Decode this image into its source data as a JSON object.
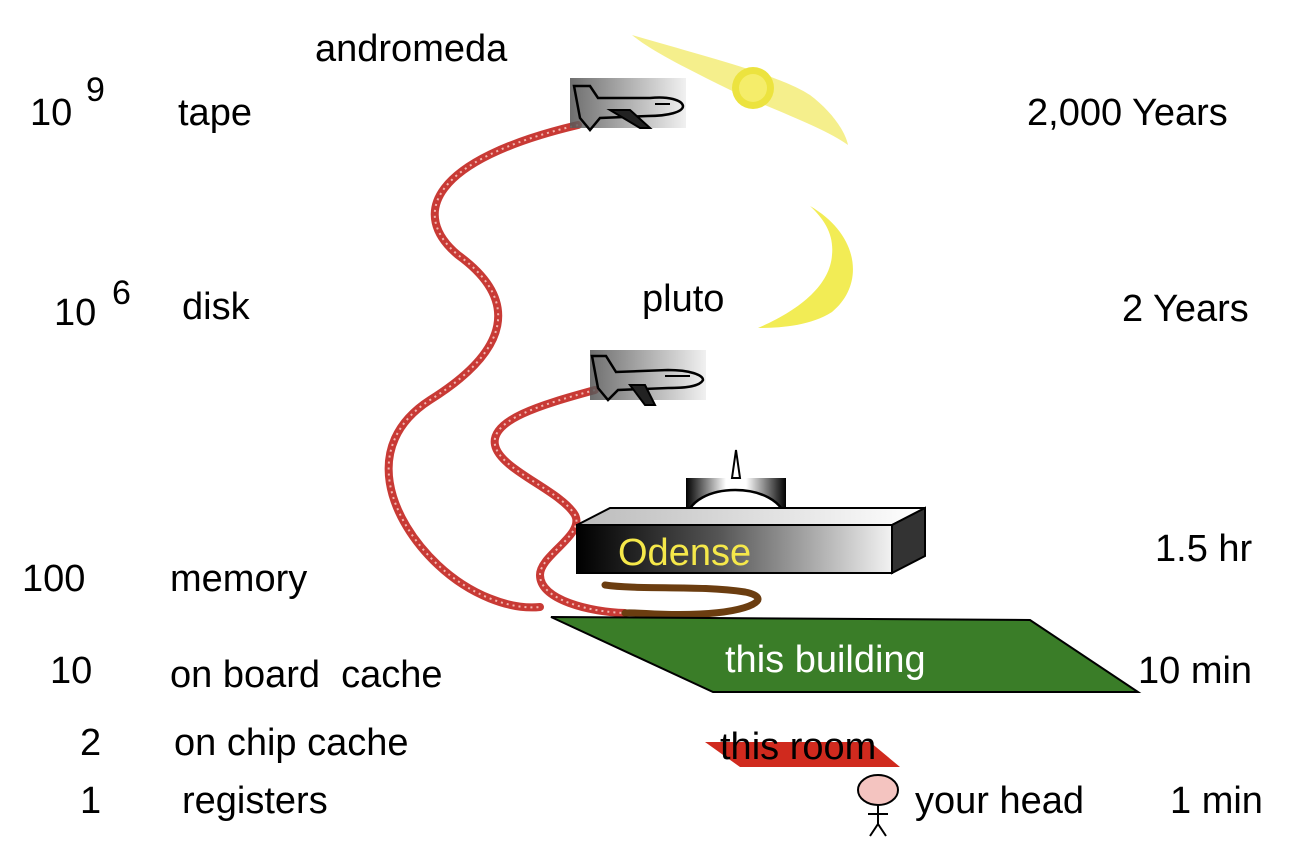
{
  "levels": [
    {
      "mult_base": "10",
      "mult_exp": "9",
      "label": "tape",
      "time": "2,000 Years"
    },
    {
      "mult_base": "10",
      "mult_exp": "6",
      "label": "disk",
      "time": "2 Years"
    },
    {
      "mult": "100",
      "label": "memory",
      "time": "1.5 hr"
    },
    {
      "mult": "10",
      "label": "on board  cache",
      "time": "10 min"
    },
    {
      "mult": "2",
      "label": "on chip cache"
    },
    {
      "mult": "1",
      "label": "registers",
      "time": "1 min"
    }
  ],
  "places": {
    "andromeda": "andromeda",
    "pluto": "pluto",
    "odense": "Odense",
    "building": "this building",
    "room": "this room",
    "head": "your head"
  },
  "colors": {
    "rope": "#c83a35",
    "path_brown": "#6b3d10",
    "building_green": "#3a7d28",
    "room_red": "#d02a1e",
    "planet_yellow": "#f2ec55",
    "galaxy_yellow": "#f4ee86",
    "odense_text": "#f5e84a",
    "head_pink": "#f4c4c0"
  }
}
